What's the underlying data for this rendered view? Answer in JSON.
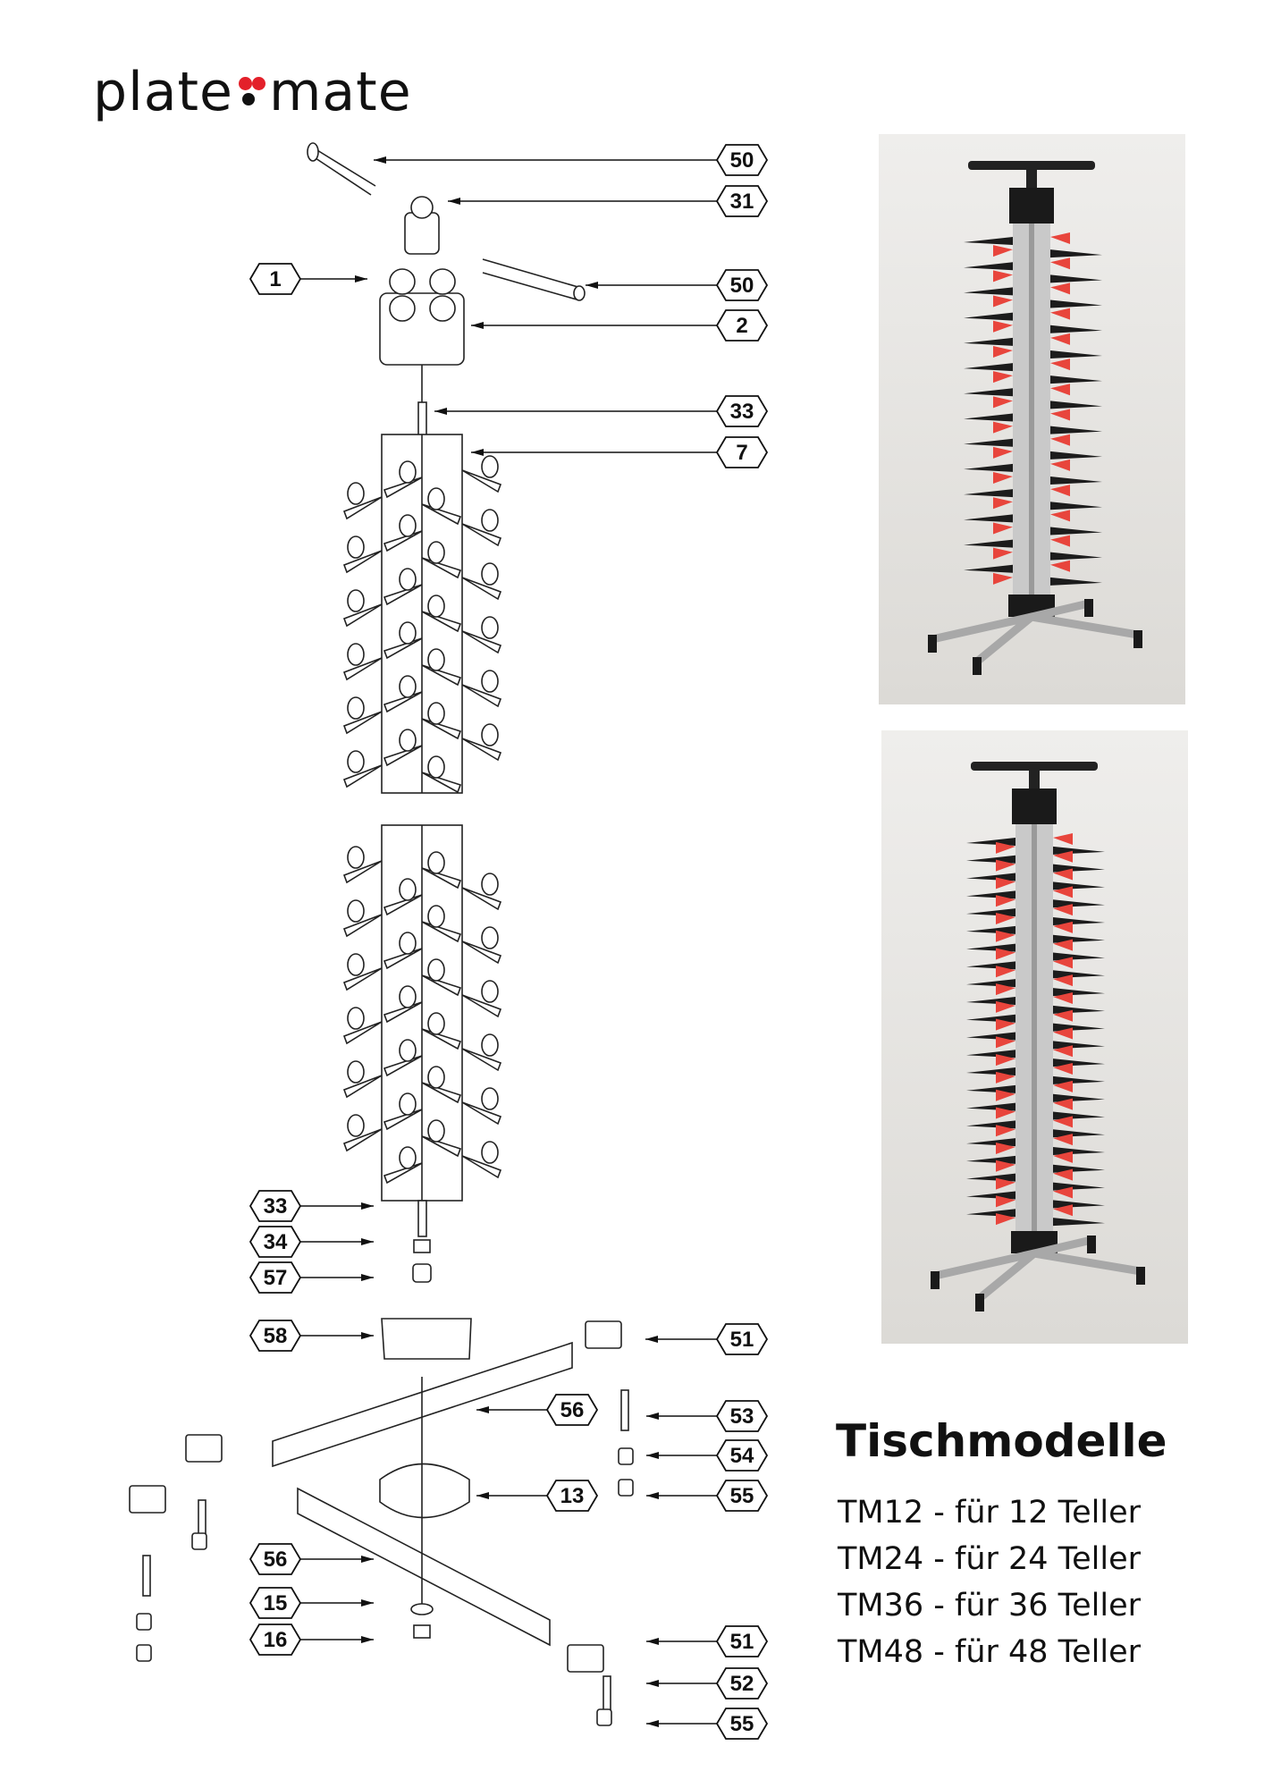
{
  "logo": {
    "text_left": "plate",
    "text_right": "mate",
    "dot_color_red": "#e3202a",
    "dot_color_black": "#111111"
  },
  "callouts": [
    "50",
    "31",
    "50",
    "1",
    "2",
    "33",
    "7",
    "33",
    "34",
    "57",
    "58",
    "51",
    "56",
    "53",
    "54",
    "13",
    "55",
    "56",
    "15",
    "16",
    "51",
    "52",
    "55"
  ],
  "section": {
    "title": "Tischmodelle",
    "models": [
      "TM12 - für 12 Teller",
      "TM24 - für 24 Teller",
      "TM36 - für 36 Teller",
      "TM48 - für 48 Teller"
    ]
  },
  "colors": {
    "accent_red": "#e8453c",
    "peg_black": "#1c1c1c"
  }
}
